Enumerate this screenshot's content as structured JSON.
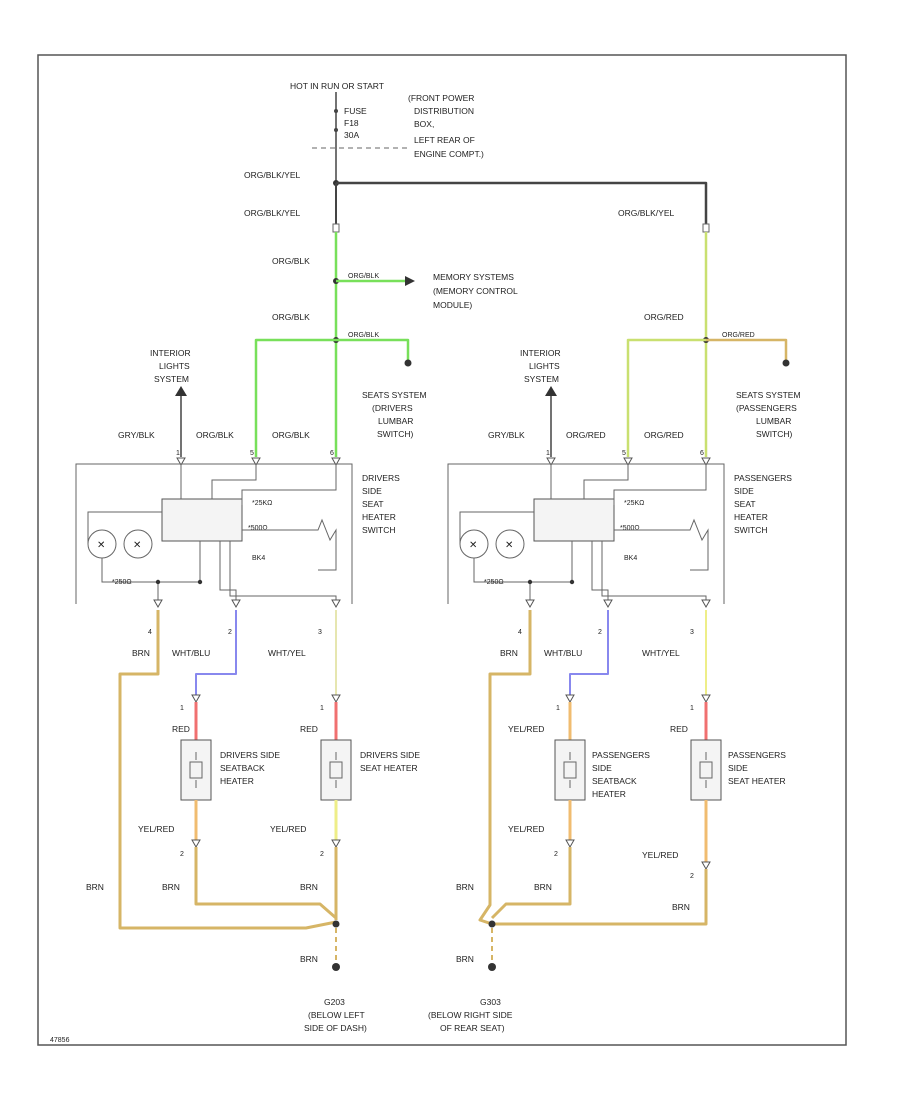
{
  "header": {
    "power": "HOT IN RUN OR START",
    "fuse_lines": [
      "FUSE",
      "F18",
      "30A"
    ],
    "pdb_lines": [
      "(FRONT POWER",
      "DISTRIBUTION",
      "BOX,",
      "LEFT REAR OF",
      "ENGINE COMPT.)"
    ]
  },
  "wires": {
    "org_blk_yel": "ORG/BLK/YEL",
    "org_blk": "ORG/BLK",
    "org_red": "ORG/RED",
    "gry_blk": "GRY/BLK",
    "brn": "BRN",
    "wht_blu": "WHT/BLU",
    "wht_yel": "WHT/YEL",
    "red": "RED",
    "yel_red": "YEL/RED"
  },
  "modules": {
    "memory": [
      "MEMORY SYSTEMS",
      "(MEMORY CONTROL",
      "MODULE)"
    ],
    "drivers_lumbar": [
      "SEATS SYSTEM",
      "(DRIVERS",
      "LUMBAR",
      "SWITCH)"
    ],
    "passengers_lumbar": [
      "SEATS SYSTEM",
      "(PASSENGERS",
      "LUMBAR",
      "SWITCH)"
    ],
    "interior_lights": [
      "INTERIOR",
      "LIGHTS",
      "SYSTEM"
    ]
  },
  "switches": {
    "drivers": [
      "DRIVERS",
      "SIDE",
      "SEAT",
      "HEATER",
      "SWITCH"
    ],
    "passengers": [
      "PASSENGERS",
      "SIDE",
      "SEAT",
      "HEATER",
      "SWITCH"
    ],
    "labels": [
      "*25KΩ",
      "*500Ω",
      "*250Ω",
      "BK4"
    ]
  },
  "heaters": {
    "drivers_seatback": [
      "DRIVERS SIDE",
      "SEATBACK",
      "HEATER"
    ],
    "drivers_seat": [
      "DRIVERS SIDE",
      "SEAT HEATER"
    ],
    "passengers_seatback": [
      "PASSENGERS",
      "SIDE",
      "SEATBACK",
      "HEATER"
    ],
    "passengers_seat": [
      "PASSENGERS",
      "SIDE",
      "SEAT HEATER"
    ]
  },
  "grounds": {
    "left": [
      "G203",
      "(BELOW LEFT",
      "SIDE OF DASH)"
    ],
    "right": [
      "G303",
      "(BELOW RIGHT SIDE",
      "OF REAR SEAT)"
    ]
  },
  "pins": [
    "1",
    "2",
    "3",
    "4",
    "5",
    "6"
  ],
  "footer": {
    "code": "47856"
  },
  "colors": {
    "frame": "#555555",
    "dark_wire": "#444444",
    "green_wire": "#78e05a",
    "yellow_green_wire": "#c9e070",
    "tan_wire": "#d6b566",
    "blue_wire": "#8888ee",
    "red_wire": "#f07070",
    "yellow_wire": "#eeee88",
    "orange_wire": "#f0bc70"
  }
}
